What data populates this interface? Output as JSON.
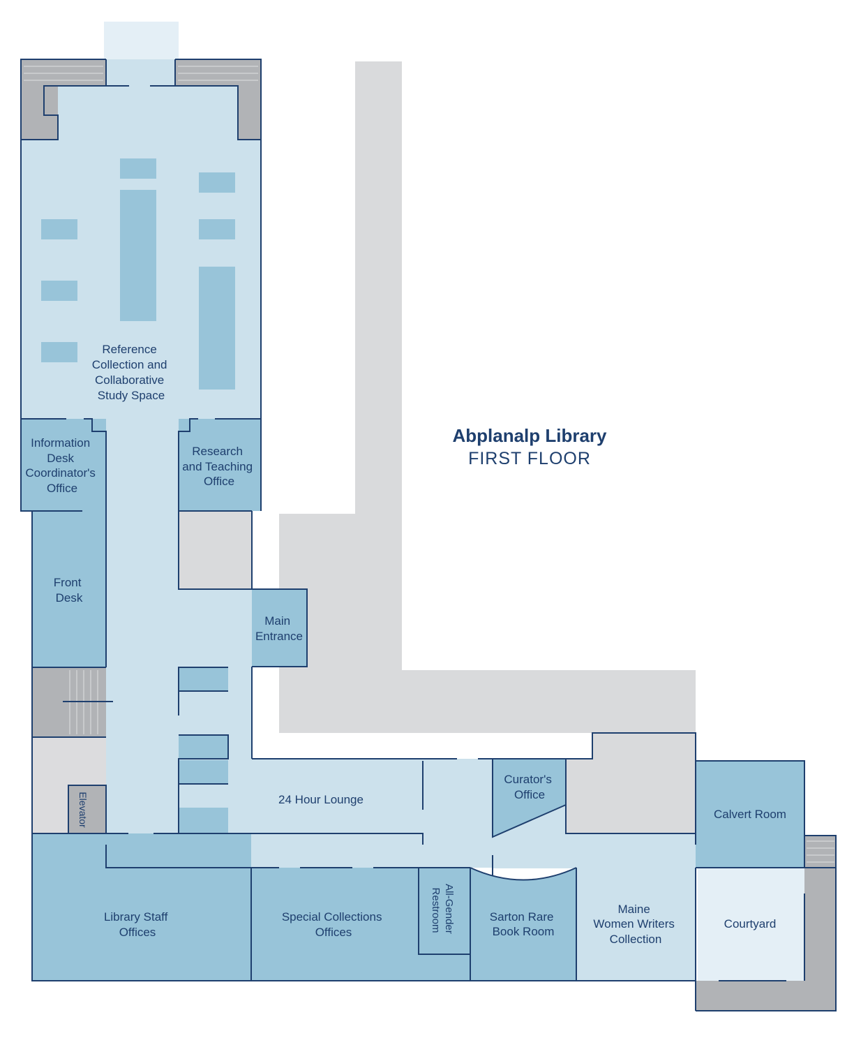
{
  "title": {
    "name": "Abplanalp Library",
    "floor": "FIRST FLOOR"
  },
  "rooms": {
    "reference": [
      "Reference",
      "Collection and",
      "Collaborative",
      "Study Space"
    ],
    "info_desk": [
      "Information",
      "Desk",
      "Coordinator's",
      "Office"
    ],
    "research": [
      "Research",
      "and Teaching",
      "Office"
    ],
    "front_desk": [
      "Front",
      "Desk"
    ],
    "main_entrance": [
      "Main",
      "Entrance"
    ],
    "lounge": [
      "24 Hour Lounge"
    ],
    "curator": [
      "Curator's",
      "Office"
    ],
    "calvert": [
      "Calvert Room"
    ],
    "elevator": [
      "Elevator"
    ],
    "staff": [
      "Library Staff",
      "Offices"
    ],
    "special": [
      "Special Collections",
      "Offices"
    ],
    "restroom": [
      "All-Gender",
      "Restroom"
    ],
    "sarton": [
      "Sarton Rare",
      "Book Room"
    ],
    "maine": [
      "Maine",
      "Women Writers",
      "Collection"
    ],
    "courtyard": [
      "Courtyard"
    ]
  },
  "colors": {
    "light_space": "#cce1ec",
    "room": "#98c4d9",
    "shelf": "#98c4d9",
    "gray": "#d9dadc",
    "stair": "#b1b3b6",
    "courtyard": "#e4eff6",
    "wall": "#1e3f6e"
  }
}
